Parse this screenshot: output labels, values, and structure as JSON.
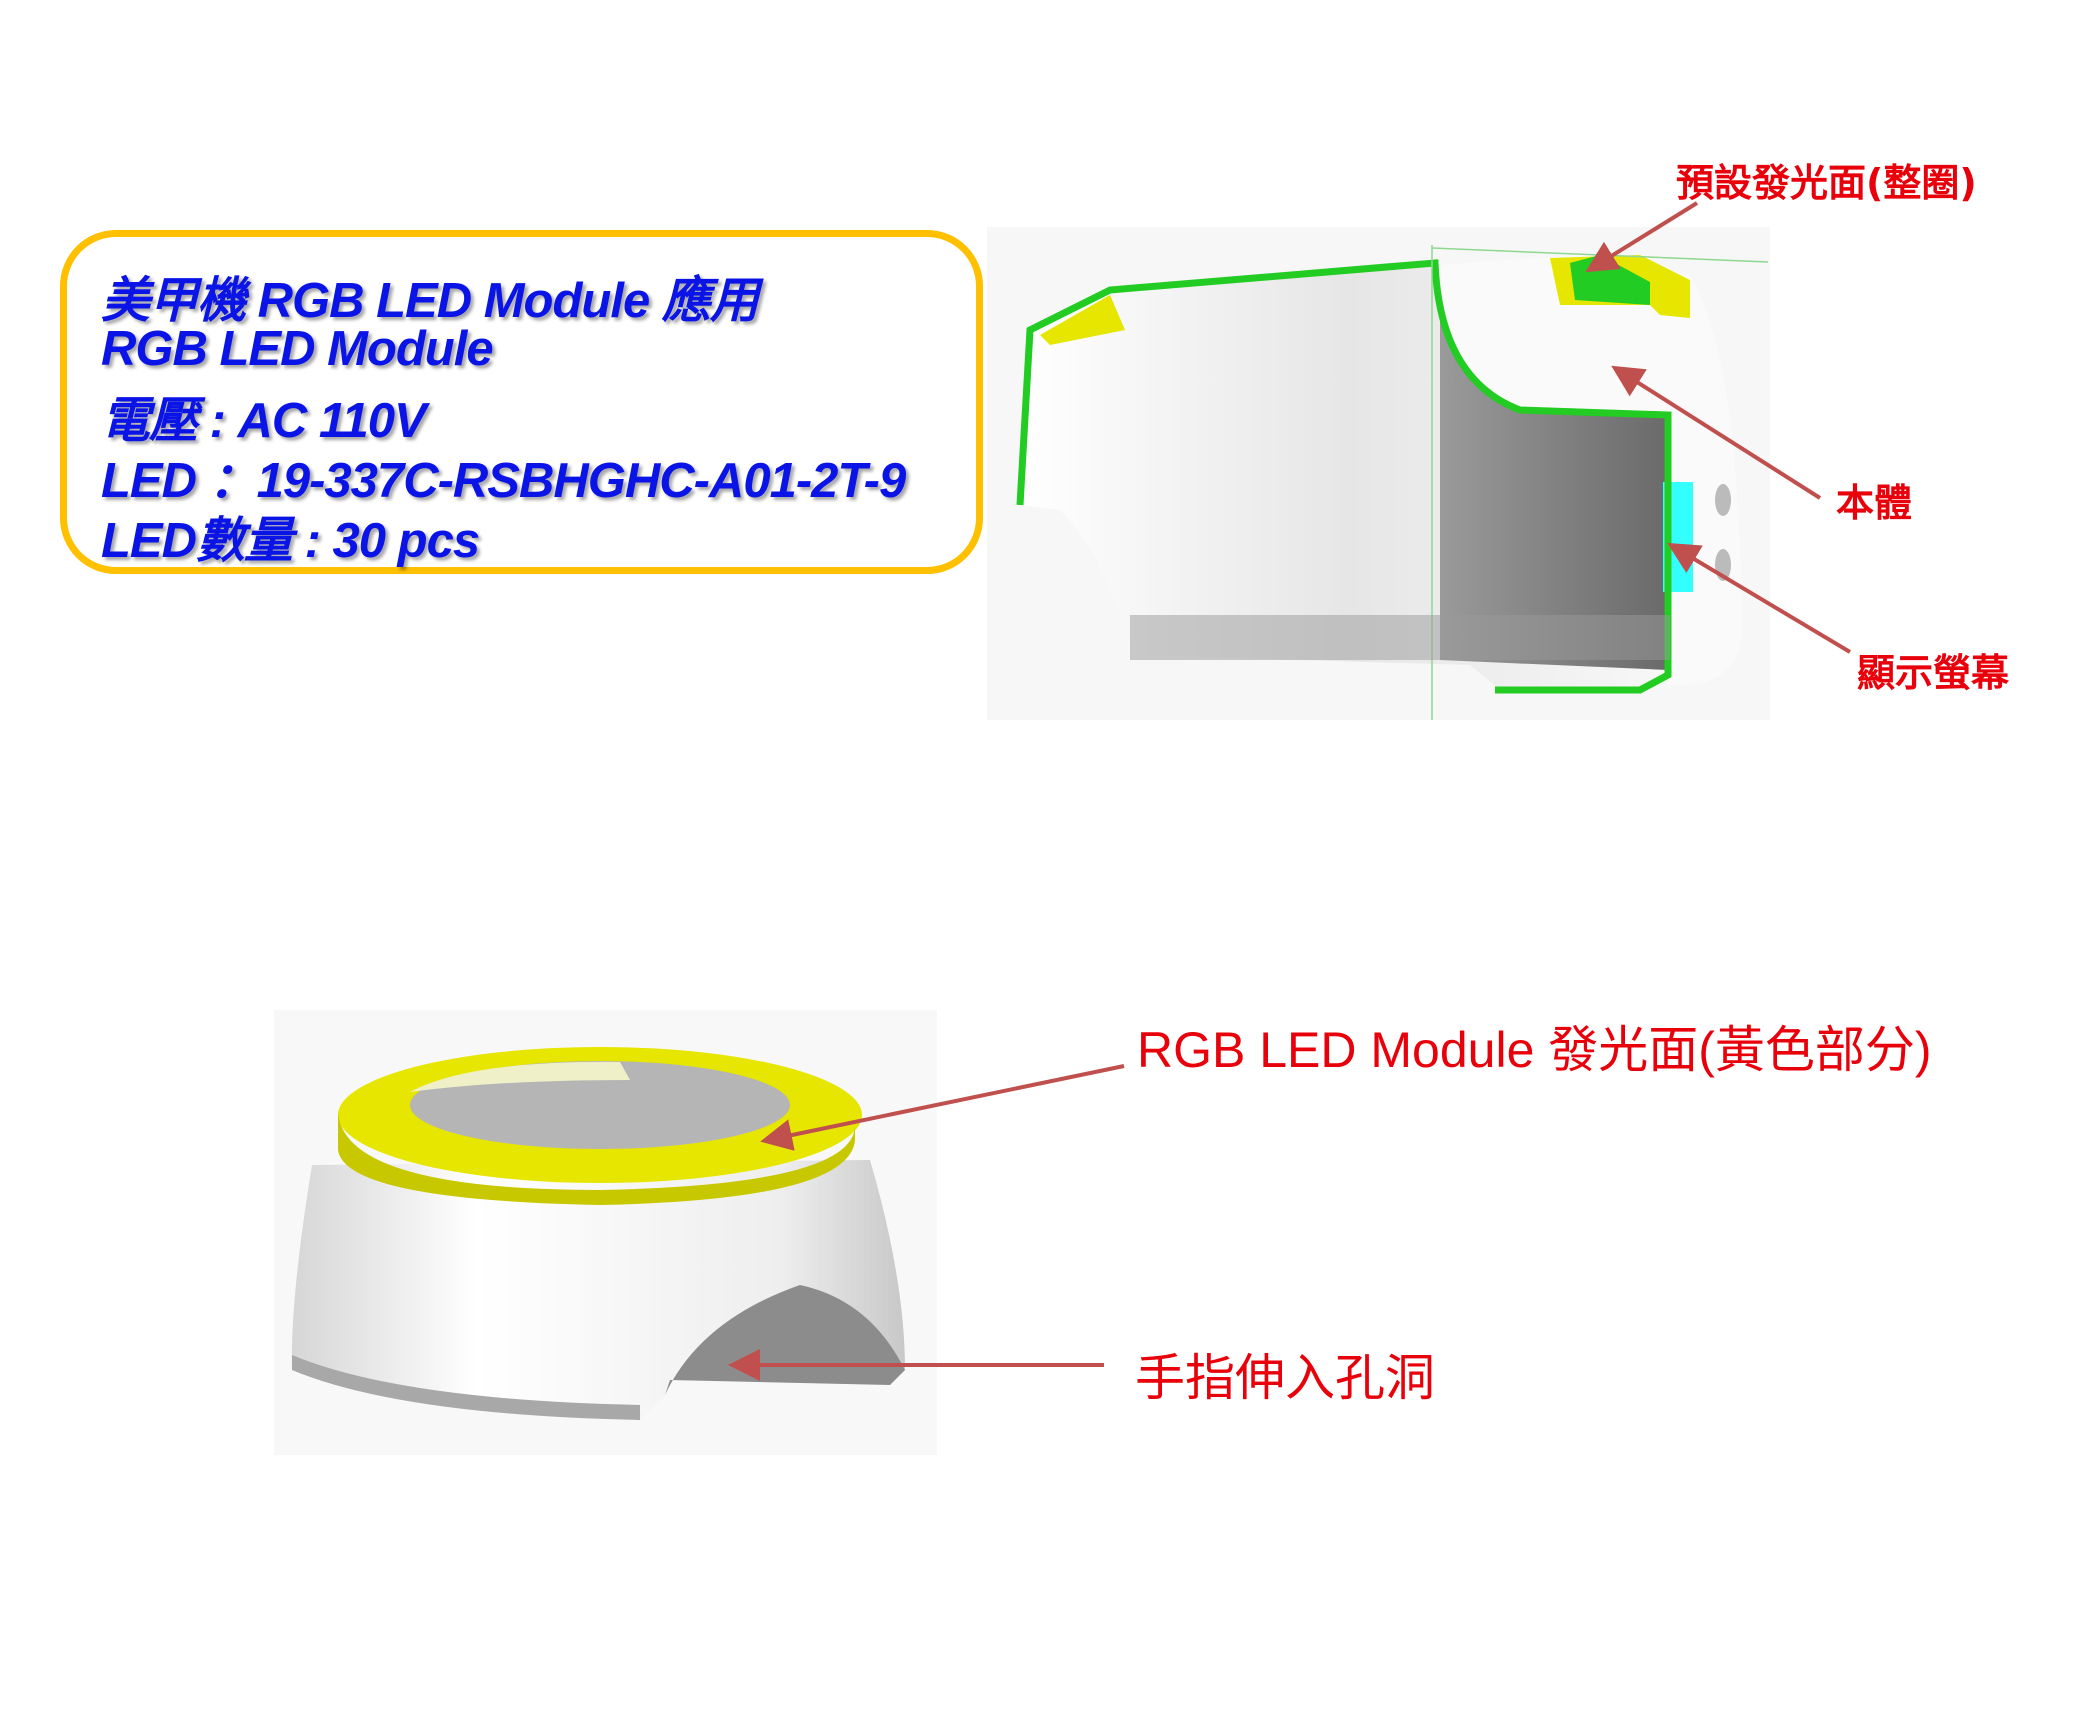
{
  "spec_box": {
    "lines": [
      "美甲機 RGB LED Module 應用",
      "RGB LED Module",
      "電壓 : AC 110V",
      "LED ：19-337C-RSBHGHC-A01-2T-9",
      "LED數量 : 30 pcs"
    ]
  },
  "top_figure": {
    "labels": {
      "default_emitting_surface": "預設發光面(整圈)",
      "body": "本體",
      "display_screen": "顯示螢幕"
    }
  },
  "bottom_figure": {
    "labels": {
      "led_surface": "RGB LED Module 發光面(黃色部分)",
      "finger_hole": "手指伸入孔洞"
    }
  },
  "colors": {
    "box_border": "#FFC000",
    "spec_text": "#0A14E6",
    "label_text": "#E8000B",
    "arrow": "#C0504D",
    "section_green": "#22CC22",
    "led_yellow": "#E6E600",
    "screen_cyan": "#33FFFF"
  }
}
